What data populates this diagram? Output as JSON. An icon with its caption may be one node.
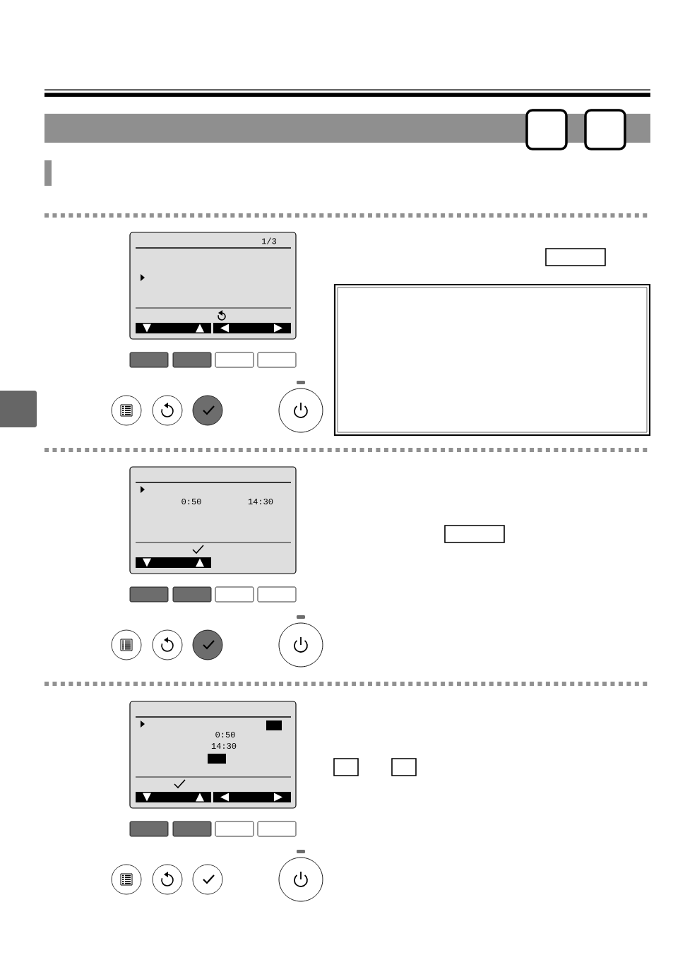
{
  "diagram": {
    "labels": [
      "1/3",
      "0:50",
      "14:30",
      "0:50",
      "14:30"
    ]
  }
}
